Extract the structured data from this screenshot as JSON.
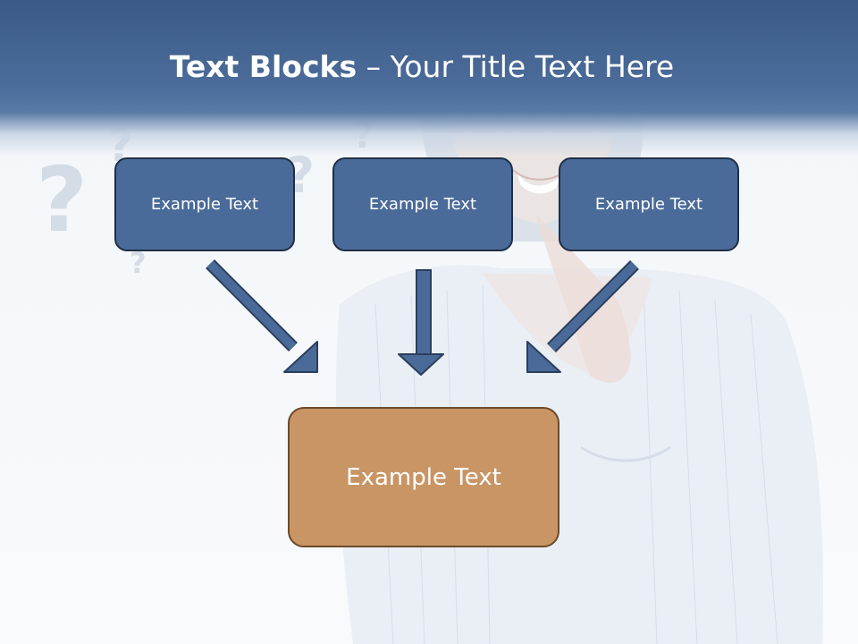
{
  "slide": {
    "title_bold": "Text Blocks",
    "title_dash": " – ",
    "title_rest": "Your Title Text Here"
  },
  "boxes": {
    "left": "Example Text",
    "middle": "Example Text",
    "right": "Example Text",
    "bottom": "Example Text"
  },
  "colors": {
    "header": "#4b6c9a",
    "box_blue": "#4a6b99",
    "box_orange": "#c99565",
    "arrow": "#4a6b99"
  }
}
